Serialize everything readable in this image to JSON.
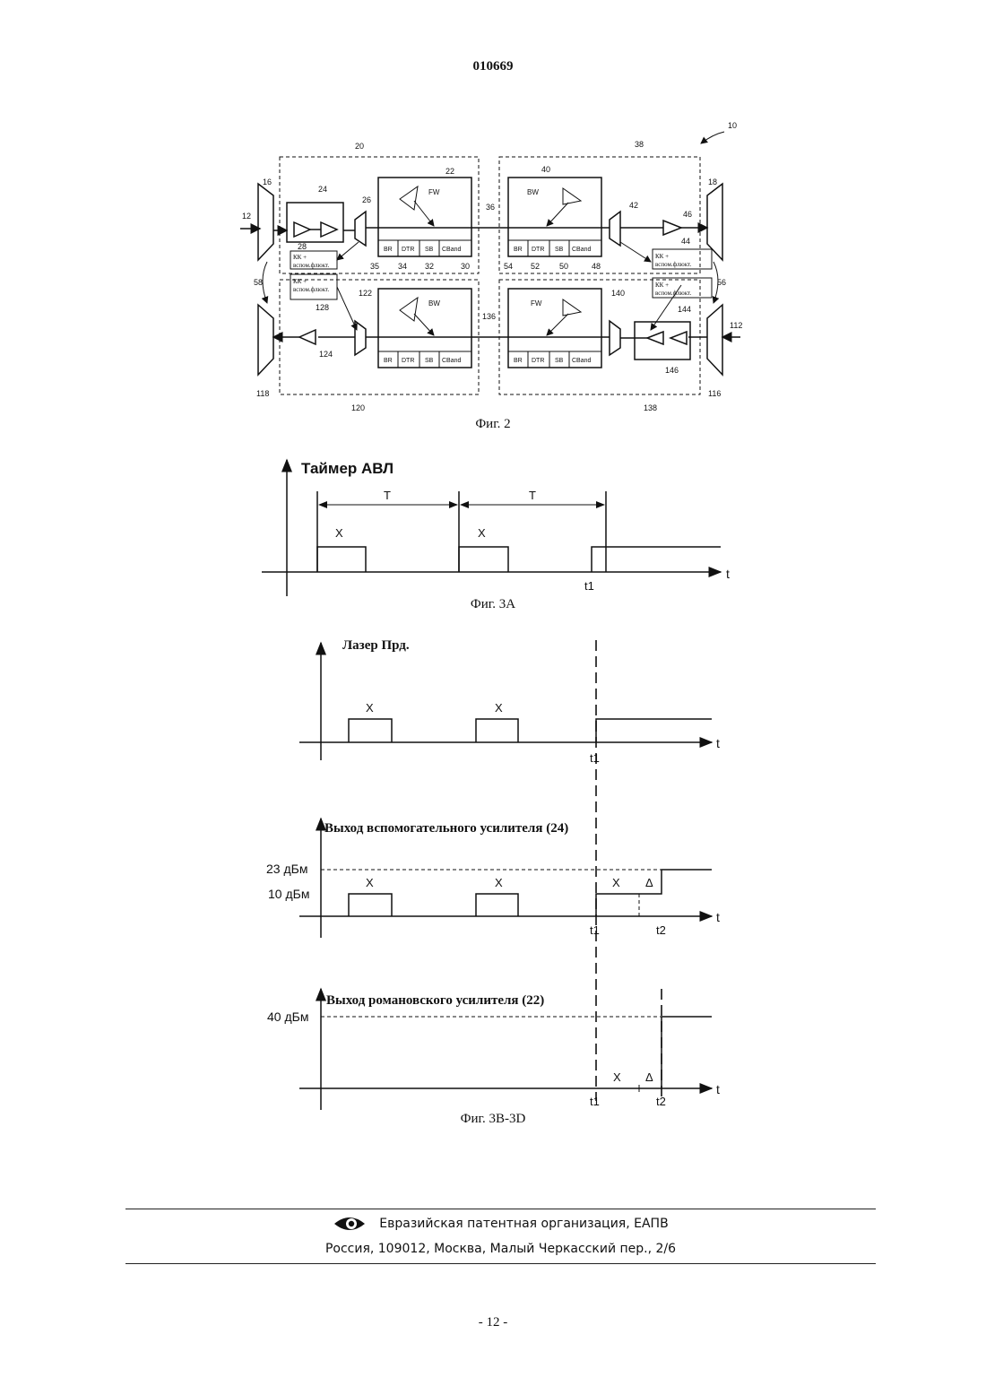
{
  "header": {
    "doc_number": "010669"
  },
  "fig2": {
    "caption": "Фиг. 2",
    "blocks": {
      "fw_top": "FW",
      "bw_top": "BW",
      "bw_bottom": "BW",
      "fw_bottom": "FW"
    },
    "cells": [
      "BR",
      "DTR",
      "SB",
      "CBand"
    ],
    "kk_box_label_line1": "КК +",
    "kk_box_label_line2": "вспом.флюкт.",
    "refs": {
      "r10": "10",
      "r12": "12",
      "r16": "16",
      "r18": "18",
      "r20": "20",
      "r22": "22",
      "r24": "24",
      "r26": "26",
      "r28": "28",
      "r30": "30",
      "r32": "32",
      "r34": "34",
      "r35": "35",
      "r36": "36",
      "r38": "38",
      "r40": "40",
      "r42": "42",
      "r44": "44",
      "r46": "46",
      "r48": "48",
      "r50": "50",
      "r52": "52",
      "r54": "54",
      "r56": "56",
      "r58": "58",
      "r112": "112",
      "r116": "116",
      "r118": "118",
      "r120": "120",
      "r122": "122",
      "r124": "124",
      "r128": "128",
      "r136": "136",
      "r138": "138",
      "r140": "140",
      "r144": "144",
      "r146": "146"
    }
  },
  "fig3a": {
    "caption": "Фиг. 3А",
    "title": "Таймер АВЛ",
    "period_label_1": "T",
    "period_label_2": "T",
    "pulse_label_1": "X",
    "pulse_label_2": "X",
    "time_label": "t1",
    "axis_label": "t"
  },
  "fig3b": {
    "title": "Лазер Прд.",
    "pulse_label_1": "X",
    "pulse_label_2": "X",
    "time_label": "t1",
    "axis_label": "t"
  },
  "fig3c": {
    "title": "Выход вспомогательного усилителя (24)",
    "level_high": "23 дБм",
    "level_low": "10 дБм",
    "pulse_label_1": "X",
    "pulse_label_2": "X",
    "pulse_label_3": "X",
    "delta_label": "Δ",
    "time_label_1": "t1",
    "time_label_2": "t2",
    "axis_label": "t"
  },
  "fig3d": {
    "title": "Выход романовского усилителя (22)",
    "level_high": "40 дБм",
    "pulse_label": "X",
    "delta_label": "Δ",
    "time_label_1": "t1",
    "time_label_2": "t2",
    "axis_label": "t",
    "caption": "Фиг. 3B-3D"
  },
  "footer": {
    "org": "Евразийская патентная организация, ЕАПВ",
    "address": "Россия, 109012, Москва, Малый Черкасский пер., 2/6"
  },
  "page_number": "- 12 -"
}
